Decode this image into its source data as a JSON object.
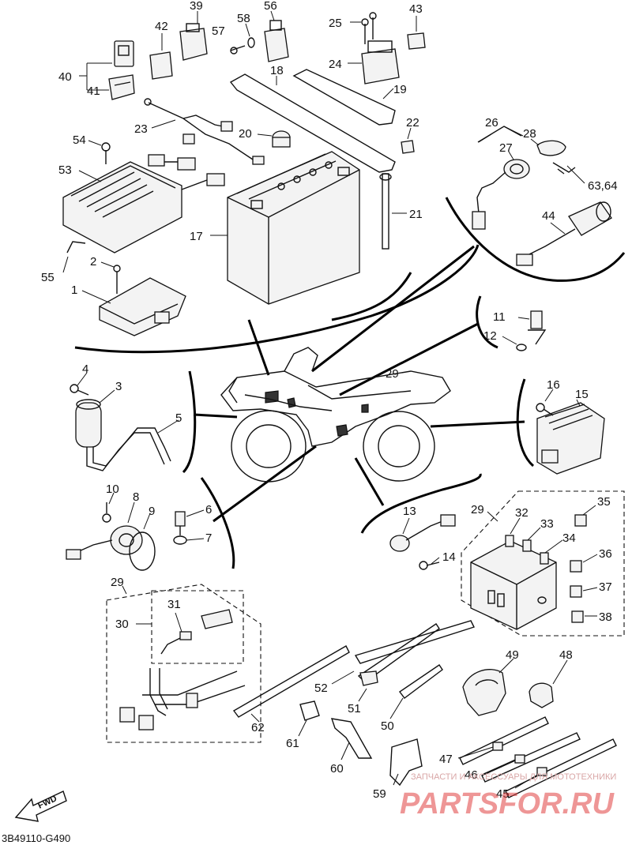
{
  "callouts": {
    "c1": "1",
    "c2": "2",
    "c3": "3",
    "c4": "4",
    "c5": "5",
    "c6": "6",
    "c7": "7",
    "c8": "8",
    "c9": "9",
    "c10": "10",
    "c11": "11",
    "c12": "12",
    "c13": "13",
    "c14": "14",
    "c15": "15",
    "c16": "16",
    "c17": "17",
    "c18": "18",
    "c19": "19",
    "c20": "20",
    "c21": "21",
    "c22": "22",
    "c23": "23",
    "c24": "24",
    "c25": "25",
    "c26": "26",
    "c27": "27",
    "c28": "28",
    "c29a": "29",
    "c29b": "29",
    "c29c": "29",
    "c30": "30",
    "c31": "31",
    "c32": "32",
    "c33": "33",
    "c34": "34",
    "c35": "35",
    "c36": "36",
    "c37": "37",
    "c38": "38",
    "c39": "39",
    "c40": "40",
    "c41": "41",
    "c42": "42",
    "c43": "43",
    "c44": "44",
    "c45": "45",
    "c46": "46",
    "c47": "47",
    "c48": "48",
    "c49": "49",
    "c50": "50",
    "c51": "51",
    "c52": "52",
    "c53": "53",
    "c54": "54",
    "c55": "55",
    "c56": "56",
    "c57": "57",
    "c58": "58",
    "c59": "59",
    "c60": "60",
    "c61": "61",
    "c62": "62",
    "c6364": "63,64"
  },
  "fwd_label": "FWD",
  "drawing_ref": "3B49110-G490",
  "watermark": {
    "subtitle": "ЗАПЧАСТИ И АКСЕССУАРЫ ДЛЯ МОТОТЕХНИКИ",
    "brand": "PARTSFOR.RU"
  }
}
